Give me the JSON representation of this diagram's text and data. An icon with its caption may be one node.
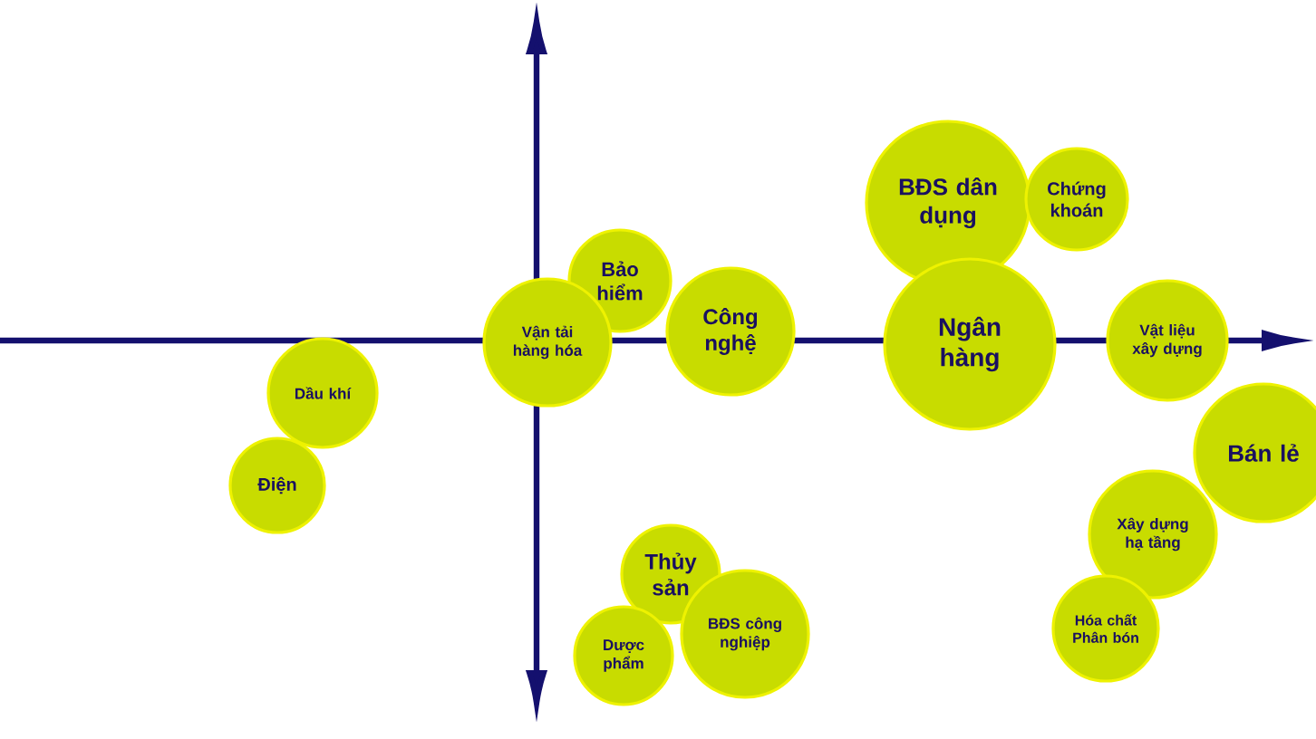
{
  "diagram": {
    "nodes": [
      {
        "text": [
          "BĐS dân dụng"
        ]
      },
      {
        "text": [
          "Chứng khoán"
        ]
      },
      {
        "text": [
          "Bảo hiểm"
        ]
      },
      {
        "text": [
          "Công nghệ"
        ]
      },
      {
        "text": [
          "Vận tải hàng hóa"
        ]
      },
      {
        "text": [
          "Ngân hàng"
        ]
      },
      {
        "text": [
          "Vật liệu xây dựng"
        ]
      },
      {
        "text": [
          "Dầu khí"
        ]
      },
      {
        "text": [
          "Bán lẻ"
        ]
      },
      {
        "text": [
          "Điện"
        ]
      },
      {
        "text": [
          "Xây dựng hạ tầng"
        ]
      },
      {
        "text": [
          "Thủy sản"
        ]
      },
      {
        "text": [
          "Hóa chất Phân bón"
        ]
      },
      {
        "text": [
          "BĐS công nghiệp"
        ]
      },
      {
        "text": [
          "Dược phẩm"
        ]
      }
    ]
  }
}
